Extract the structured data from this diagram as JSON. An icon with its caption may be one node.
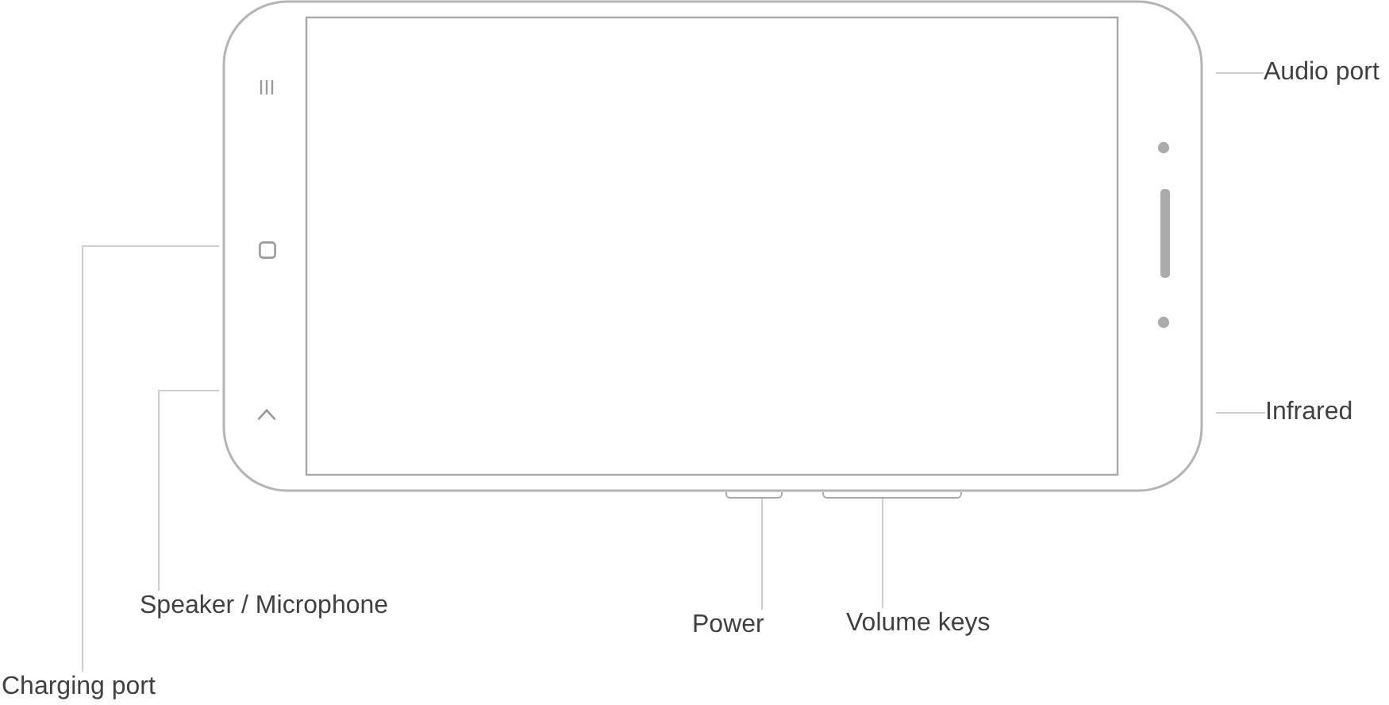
{
  "diagram": {
    "nodes": [
      {
        "text": [
          "Audio port"
        ]
      },
      {
        "text": [
          "Infrared"
        ]
      },
      {
        "text": [
          "Speaker / Microphone"
        ]
      },
      {
        "text": [
          "Power"
        ]
      },
      {
        "text": [
          "Volume keys"
        ]
      },
      {
        "text": [
          "Charging port"
        ]
      },
      {
        "text": [],
        "shape": "box"
      },
      {
        "text": [],
        "shape": "box"
      }
    ],
    "edges": [
      {
        "from": 0,
        "to": null,
        "arrow": "none"
      },
      {
        "from": 1,
        "to": null,
        "arrow": "none"
      },
      {
        "from": 2,
        "to": null,
        "arrow": "none"
      },
      {
        "from": 3,
        "to": 6,
        "arrow": "none"
      },
      {
        "from": 4,
        "to": 7,
        "arrow": "none"
      },
      {
        "from": 5,
        "to": null,
        "arrow": "none"
      }
    ]
  }
}
